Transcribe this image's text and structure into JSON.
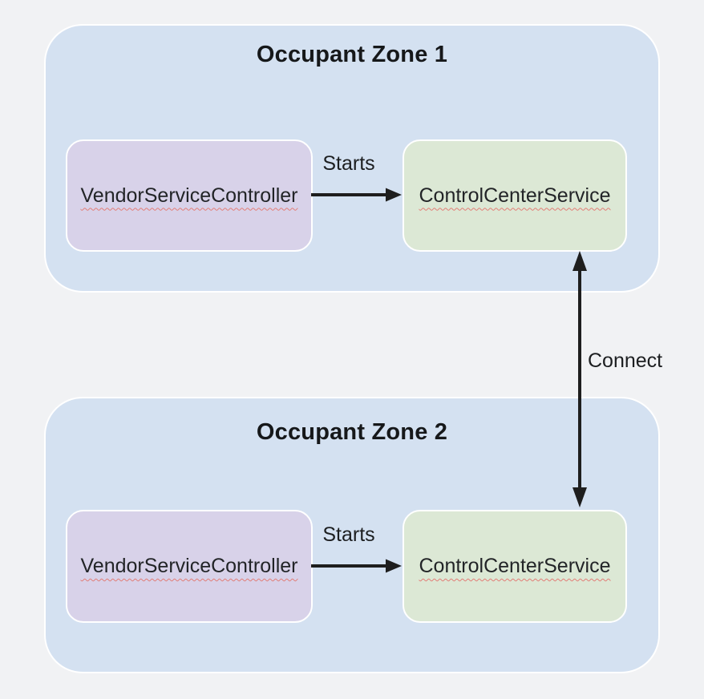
{
  "page": {
    "background": "#f1f2f4"
  },
  "diagram": {
    "zones": [
      {
        "title": "Occupant Zone 1",
        "nodes": [
          {
            "id": "vendor-service-controller-1",
            "label": "VendorServiceController",
            "fill": "#d8d2e9"
          },
          {
            "id": "control-center-service-1",
            "label": "ControlCenterService",
            "fill": "#dce8d5"
          }
        ]
      },
      {
        "title": "Occupant Zone 2",
        "nodes": [
          {
            "id": "vendor-service-controller-2",
            "label": "VendorServiceController",
            "fill": "#d8d2e9"
          },
          {
            "id": "control-center-service-2",
            "label": "ControlCenterService",
            "fill": "#dce8d5"
          }
        ]
      }
    ],
    "edges": [
      {
        "label": "Starts",
        "from": "vendor-service-controller-1",
        "to": "control-center-service-1",
        "style": "single-arrow"
      },
      {
        "label": "Connect",
        "from": "control-center-service-1",
        "to": "control-center-service-2",
        "style": "double-arrow"
      },
      {
        "label": "Starts",
        "from": "vendor-service-controller-2",
        "to": "control-center-service-2",
        "style": "single-arrow"
      }
    ],
    "colors": {
      "zone_fill": "#d4e1f1",
      "node_purple_fill": "#d8d2e9",
      "node_green_fill": "#dce8d5",
      "node_border": "#ffffff",
      "arrow": "#1e1e1e",
      "title_text": "#16181a",
      "node_text": "#222427",
      "spellcheck_underline": "#e27d76",
      "page_background": "#f1f2f4"
    }
  }
}
